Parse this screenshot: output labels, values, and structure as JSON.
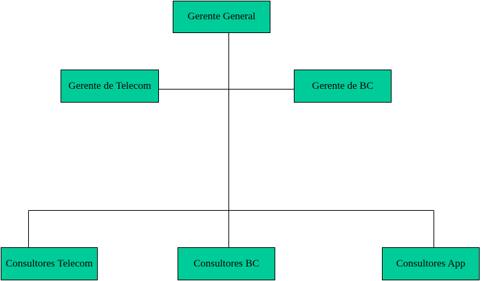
{
  "org_chart": {
    "box_color": "#00cc99",
    "border_color": "#000000",
    "line_color": "#000000",
    "nodes": {
      "gerente_general": "Gerente General",
      "gerente_telecom": "Gerente de Telecom",
      "gerente_bc": "Gerente de BC",
      "consultores_telecom": "Consultores Telecom",
      "consultores_bc": "Consultores BC",
      "consultores_app": "Consultores App"
    }
  }
}
